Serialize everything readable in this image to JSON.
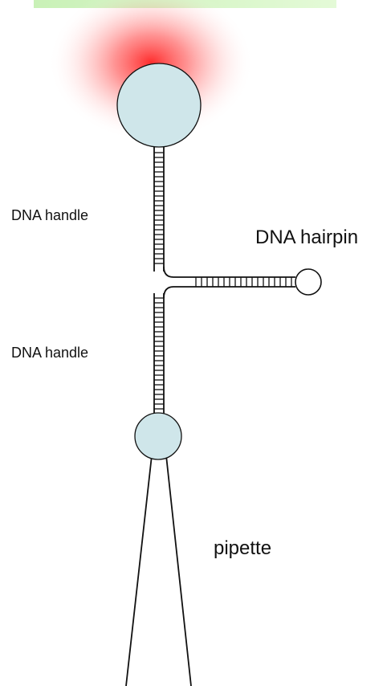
{
  "labels": {
    "handle_top": "DNA handle",
    "handle_bottom": "DNA handle",
    "hairpin": "DNA hairpin",
    "pipette": "pipette"
  },
  "colors": {
    "top_banner": "#d9f7c8",
    "laser_glow": "#ff3030",
    "bead_fill": "#cfe6ea",
    "line": "#111111",
    "background": "#ffffff"
  }
}
